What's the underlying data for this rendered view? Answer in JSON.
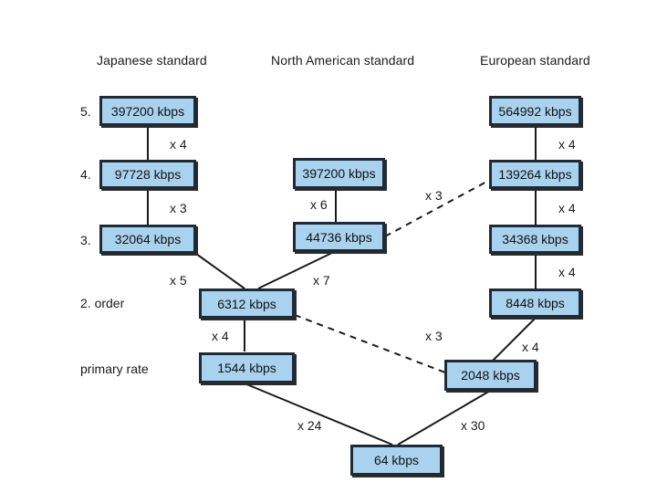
{
  "headers": {
    "japanese": "Japanese standard",
    "north_american": "North American standard",
    "european": "European standard"
  },
  "row_labels": {
    "level5": "5.",
    "level4": "4.",
    "level3": "3.",
    "order2": "2. order",
    "primary": "primary rate"
  },
  "boxes": {
    "jp_5": "397200 kbps",
    "jp_4": "97728 kbps",
    "jp_3": "32064 kbps",
    "na_4": "397200 kbps",
    "na_3": "44736 kbps",
    "eu_5": "564992 kbps",
    "eu_4": "139264 kbps",
    "eu_3": "34368 kbps",
    "eu_2": "8448 kbps",
    "shared_2": "6312 kbps",
    "shared_primary": "1544 kbps",
    "eu_primary": "2048 kbps",
    "base": "64 kbps"
  },
  "multipliers": {
    "jp_5_4": "x 4",
    "jp_4_3": "x 3",
    "jp_3_2": "x 5",
    "na_4_3": "x 6",
    "na_3_2": "x 7",
    "na3_eu4": "x 3",
    "eu_5_4": "x 4",
    "eu_4_3": "x 4",
    "eu_3_2": "x 4",
    "eu_2_primary": "x 4",
    "shared2_primary": "x 4",
    "shared2_euprimary": "x 3",
    "primary_base": "x 24",
    "euprimary_base": "x 30"
  }
}
